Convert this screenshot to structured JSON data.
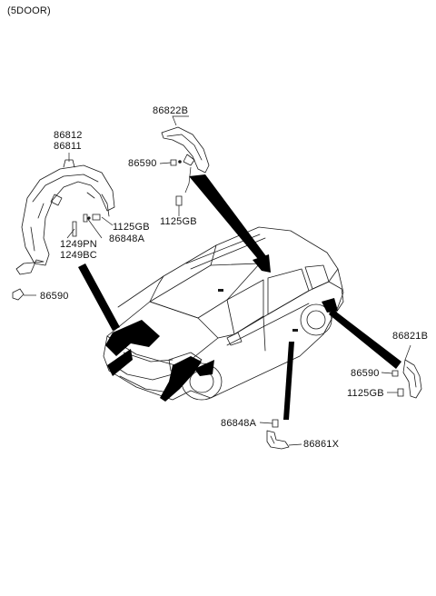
{
  "header": {
    "variant": "(5DOOR)"
  },
  "callouts": {
    "front_liner_upper": "86812",
    "front_liner_lower": "86811",
    "rear_liner_front": "86822B",
    "rear_liner_side": "86821B",
    "clip_front_bottom": "86590",
    "clip_rear_front": "86590",
    "clip_rear_side": "86590",
    "bolt_front": "1125GB",
    "bolt_rear_front": "1125GB",
    "bolt_rear_side": "1125GB",
    "bracket_front": "86848A",
    "bracket_lower": "86848A",
    "screw_a": "1249PN",
    "screw_b": "1249BC",
    "mud_guard": "86861X"
  },
  "colors": {
    "line": "#1a1a1a",
    "fill": "#000000",
    "background": "#ffffff"
  }
}
